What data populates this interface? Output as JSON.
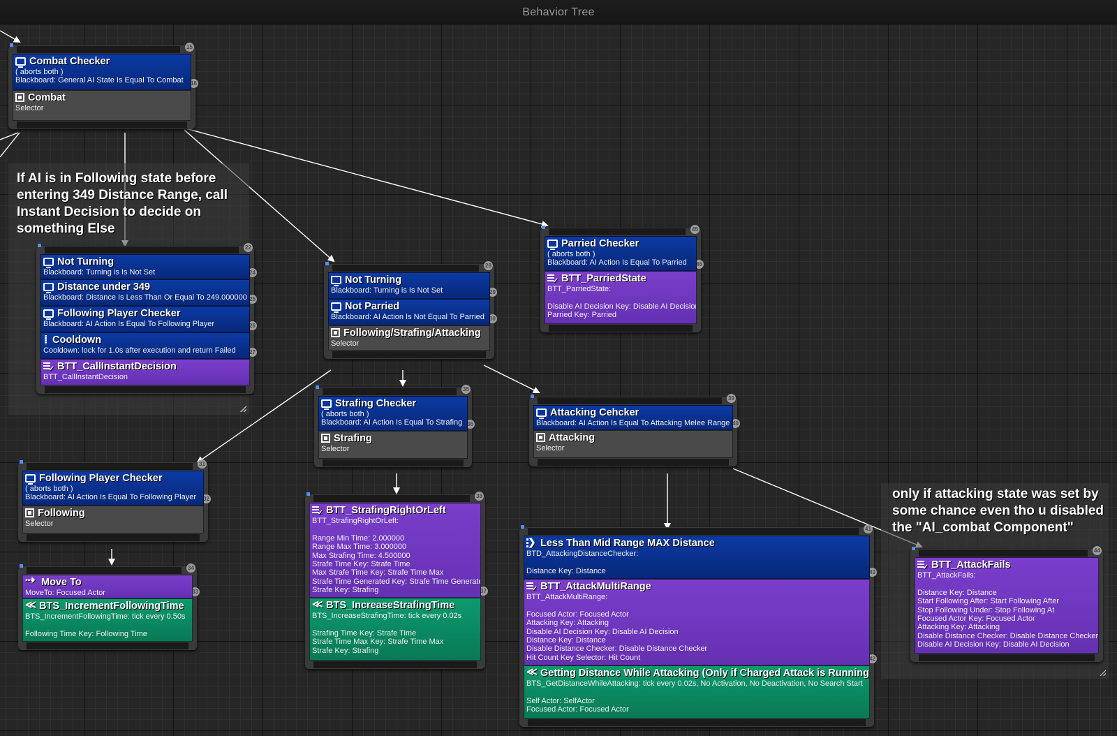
{
  "window": {
    "title": "Behavior Tree"
  },
  "comments": [
    {
      "id": "c1",
      "text": "If AI is in Following state before\nentering 349 Distance Range, call\nInstant Decision to decide on\nsomething Else"
    },
    {
      "id": "c2",
      "text": "only if attacking state was set by\nsome chance even tho u disabled\nthe \"AI_combat Component\""
    }
  ],
  "nodes": [
    {
      "id": "combat",
      "index": "15",
      "blocks": [
        {
          "kind": "dec",
          "icon": "monitor",
          "title": "Combat Checker",
          "lines": [
            "( aborts both )",
            "Blackboard: General AI State Is Equal To Combat"
          ],
          "badge": "16"
        },
        {
          "kind": "comp",
          "icon": "sel",
          "title": "Combat",
          "lines": [
            "Selector"
          ]
        }
      ]
    },
    {
      "id": "instant",
      "index": "22",
      "blocks": [
        {
          "kind": "dec",
          "icon": "monitor",
          "title": "Not Turning",
          "lines": [
            "Blackboard: Turning is Is Not Set"
          ],
          "badge": "24"
        },
        {
          "kind": "dec",
          "icon": "monitor",
          "title": "Distance under 349",
          "lines": [
            "Blackboard: Distance Is Less Than Or Equal To 249.000000"
          ],
          "badge": "25"
        },
        {
          "kind": "dec",
          "icon": "monitor",
          "title": "Following Player Checker",
          "lines": [
            "Blackboard: AI Action Is Equal To Following Player"
          ],
          "badge": "26"
        },
        {
          "kind": "dec",
          "icon": "cool",
          "title": "Cooldown",
          "lines": [
            "Cooldown: lock for 1.0s after execution and return Failed"
          ],
          "badge": "27"
        },
        {
          "kind": "task",
          "icon": "task",
          "title": "BTT_CallInstantDecision",
          "lines": [
            "BTT_CallInstantDecision"
          ]
        }
      ]
    },
    {
      "id": "fsa",
      "index": "28",
      "blocks": [
        {
          "kind": "dec",
          "icon": "monitor",
          "title": "Not Turning",
          "lines": [
            "Blackboard: Turning is Is Not Set"
          ],
          "badge": "29"
        },
        {
          "kind": "dec",
          "icon": "monitor",
          "title": "Not Parried",
          "lines": [
            "Blackboard: AI Action Is Not Equal To Parried"
          ],
          "badge": "30"
        },
        {
          "kind": "comp",
          "icon": "sel",
          "title": "Following/Strafing/Attacking",
          "lines": [
            "Selector"
          ]
        }
      ]
    },
    {
      "id": "parried",
      "index": "45",
      "blocks": [
        {
          "kind": "dec",
          "icon": "monitor",
          "title": "Parried Checker",
          "lines": [
            "( aborts both )",
            "Blackboard: AI Action Is Equal To Parried"
          ],
          "badge": "46"
        },
        {
          "kind": "task",
          "icon": "task",
          "title": "BTT_ParriedState",
          "lines": [
            "BTT_ParriedState:",
            "",
            "Disable AI Decision Key: Disable AI Decision",
            "Parried Key: Parried"
          ]
        }
      ]
    },
    {
      "id": "strafing",
      "index": "35",
      "blocks": [
        {
          "kind": "dec",
          "icon": "monitor",
          "title": "Strafing Checker",
          "lines": [
            "( aborts both )",
            "Blackboard: AI Action Is Equal To Strafing"
          ],
          "badge": "36"
        },
        {
          "kind": "comp",
          "icon": "sel",
          "title": "Strafing",
          "lines": [
            "Selector"
          ]
        }
      ]
    },
    {
      "id": "attacking",
      "index": "39",
      "blocks": [
        {
          "kind": "dec",
          "icon": "monitor",
          "title": "Attacking Cehcker",
          "lines": [
            "Blackboard: AI Action Is Equal To Attacking Melee Range"
          ],
          "badge": "40"
        },
        {
          "kind": "comp",
          "icon": "sel",
          "title": "Attacking",
          "lines": [
            "Selector"
          ]
        }
      ]
    },
    {
      "id": "following",
      "index": "31",
      "blocks": [
        {
          "kind": "dec",
          "icon": "monitor",
          "title": "Following Player Checker",
          "lines": [
            "( aborts both )",
            "Blackboard: AI Action Is Equal To Following Player"
          ],
          "badge": "32"
        },
        {
          "kind": "comp",
          "icon": "sel",
          "title": "Following",
          "lines": [
            "Selector"
          ]
        }
      ]
    },
    {
      "id": "moveto",
      "index": "34",
      "blocks": [
        {
          "kind": "task",
          "icon": "move",
          "title": "Move To",
          "lines": [
            "MoveTo: Focused Actor"
          ],
          "badge": "33"
        },
        {
          "kind": "svc",
          "icon": "svcic",
          "title": "BTS_IncrementFollowingTime",
          "lines": [
            "BTS_IncrementFollowingTime: tick every 0.50s",
            "",
            "Following Time Key: Following Time"
          ]
        }
      ]
    },
    {
      "id": "strafelr",
      "index": "38",
      "blocks": [
        {
          "kind": "task",
          "icon": "task",
          "title": "BTT_StrafingRightOrLeft",
          "lines": [
            "BTT_StrafingRightOrLeft:",
            "",
            "Range Min Time: 2.000000",
            "Range Max Time: 3.000000",
            "Max Strafing Time: 4.500000",
            "Strafe Time Key: Strafe Time",
            "Max Strafe Time Key: Strafe Time Max",
            "Strafe Time Generated Key: Strafe Time Generated",
            "Strafe Key: Strafing"
          ],
          "badge": "37"
        },
        {
          "kind": "svc",
          "icon": "svcic",
          "title": "BTS_IncreaseStrafingTime",
          "lines": [
            "BTS_IncreaseStrafingTime: tick every 0.02s",
            "",
            "Strafing Time Key: Strafe Time",
            "Strafe Time Max Key: Strafe Time Max",
            "Strafe Key: Strafing"
          ]
        }
      ]
    },
    {
      "id": "midrange",
      "index": "41",
      "blocks": [
        {
          "kind": "dec",
          "icon": "deco",
          "title": "Less Than Mid Range MAX Distance",
          "lines": [
            "BTD_AttackingDistanceChecker:",
            "",
            "Distance Key: Distance"
          ],
          "badge": "43"
        },
        {
          "kind": "task",
          "icon": "task",
          "title": "BTT_AttackMultiRange",
          "lines": [
            "BTT_AttackMultiRange:",
            "",
            "Focused Actor: Focused Actor",
            "Attacking Key: Attacking",
            "Disable AI Decision Key: Disable AI Decision",
            "Distance Key: Distance",
            "Disable Distance Checker: Disable Distance Checker",
            "Hit Count Key Selector: Hit Count"
          ],
          "badge": "42"
        },
        {
          "kind": "svc",
          "icon": "svcic",
          "title": "Getting Distance While Attacking (Only if Charged Attack is Running)",
          "lines": [
            "BTS_GetDistanceWhileAttacking: tick every 0.02s, No Activation, No Deactivation, No Search Start",
            "",
            "Self Actor: SelfActor",
            "Focused Actor: Focused Actor"
          ]
        }
      ]
    },
    {
      "id": "attackfails",
      "index": "44",
      "blocks": [
        {
          "kind": "task",
          "icon": "task",
          "title": "BTT_AttackFails",
          "lines": [
            "BTT_AttackFails:",
            "",
            "Distance Key: Distance",
            "Start Following After: Start Following After",
            "Stop Following Under: Stop Following At",
            "Focused Actor Key: Focused Actor",
            "Attacking Key: Attacking",
            "Disable Distance Checker: Disable Distance Checker",
            "Disable AI Decision Key: Disable AI Decision"
          ]
        }
      ]
    }
  ]
}
